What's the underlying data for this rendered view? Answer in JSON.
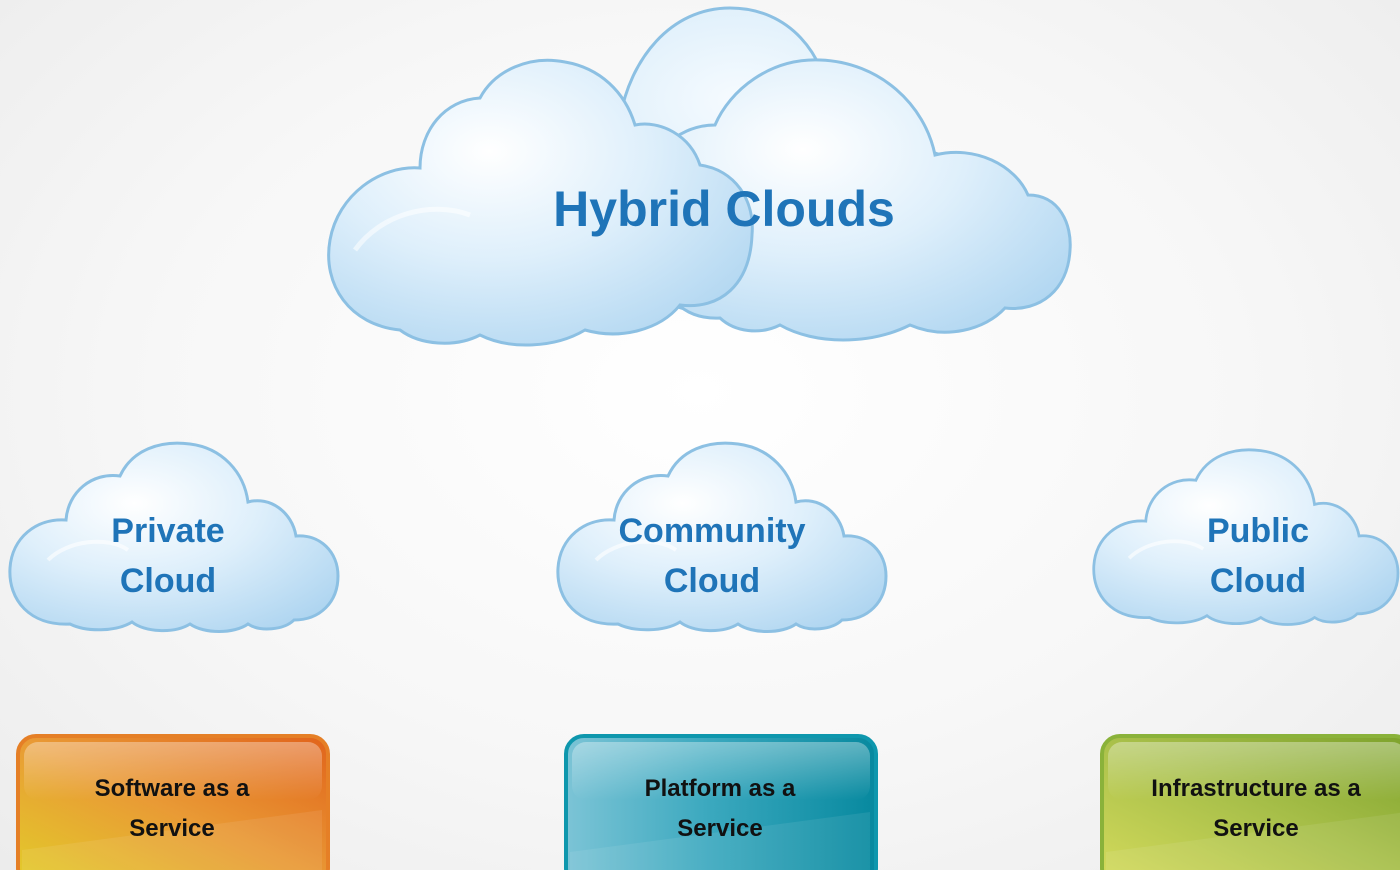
{
  "hybrid": {
    "label": "Hybrid Clouds"
  },
  "clouds": [
    {
      "line1": "Private",
      "line2": "Cloud"
    },
    {
      "line1": "Community",
      "line2": "Cloud"
    },
    {
      "line1": "Public",
      "line2": "Cloud"
    }
  ],
  "services": [
    {
      "line1": "Software as a",
      "line2": "Service",
      "color_light": "#e3cf2c",
      "color_dark": "#e06a1c",
      "border": "#e57f26"
    },
    {
      "line1": "Platform as a",
      "line2": "Service",
      "color_light": "#7cc3d4",
      "color_dark": "#0a8ba3",
      "border": "#0e97ad"
    },
    {
      "line1": "Infrastructure as a",
      "line2": "Service",
      "color_light": "#cfd75a",
      "color_dark": "#7fa42e",
      "border": "#8ab23a"
    }
  ],
  "colors": {
    "cloud_text": "#1f74b8",
    "cloud_fill": "#c7e3f6",
    "cloud_edge": "#8cc0e3"
  }
}
